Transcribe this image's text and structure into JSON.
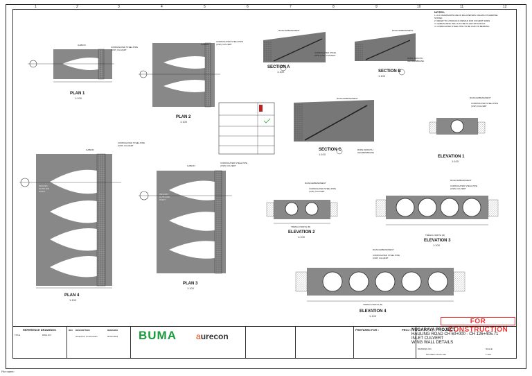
{
  "notes": {
    "title": "NOTES:",
    "lines": [
      "1. ALL DIMENSIONS ARE IN MILLIMETERS UNLESS OTHERWISE STATED",
      "2. REFER TO HYDRAULIC DESIGN FOR CULVERT SIZES",
      "3. GABION WING WALLS TO BE FILLED WITH ROCK",
      "4. CORRUGATED STEEL PIPE TO BE LAID ON BEDDING"
    ]
  },
  "drawings": {
    "plan1": {
      "title": "PLAN 1",
      "scale": "1:100"
    },
    "plan2": {
      "title": "PLAN 2",
      "scale": "1:100"
    },
    "plan3": {
      "title": "PLAN 3",
      "scale": "1:100"
    },
    "plan4": {
      "title": "PLAN 4",
      "scale": "1:100"
    },
    "sectionA": {
      "title": "SECTION",
      "tag": "A",
      "scale": "1:100"
    },
    "sectionB": {
      "title": "SECTION",
      "tag": "B",
      "scale": "1:100"
    },
    "sectionC": {
      "title": "SECTION",
      "tag": "C",
      "scale": "1:100"
    },
    "elev1": {
      "title": "ELEVATION 1",
      "scale": "1:100"
    },
    "elev2": {
      "title": "ELEVATION 2",
      "scale": "1:100"
    },
    "elev3": {
      "title": "ELEVATION 3",
      "scale": "1:100"
    },
    "elev4": {
      "title": "ELEVATION 4",
      "scale": "1:100"
    }
  },
  "callouts": {
    "gabion": "GABION",
    "csp": "CORRUGATED STEEL PIPE (CSP) CULVERT",
    "road": "ROAD EMBANKMENT",
    "rope": "ROPE SMOOTH GEOMEMBRANE",
    "trench": "TRENCH WIDTH (B)",
    "inflow": "INFLOW / OUTFLOW POINT"
  },
  "titleblock": {
    "reference_drawings": "REFERENCE DRAWINGS",
    "rev": "REV",
    "description": "DESCRIPTION",
    "remarks": "REMARKS",
    "title_label": "TITLE",
    "dwg_no_label": "DWG NO.",
    "issued": "Issued For Construction",
    "date": "06.02.2024",
    "prepared_for": "PREPARED FOR :",
    "scale_label": "SCALE",
    "scale_value": "1:100",
    "drawing_no_label": "DRAWING NO.",
    "drawing_no": "NU-DWG-CIV-01-013"
  },
  "logos": {
    "buma": "BUMA",
    "aurecon_a": "a",
    "aurecon_rest": "urecon"
  },
  "project": {
    "label": "PROJ :",
    "line1": "NUGARAYA PROJECT",
    "line2": "HAULING ROAD CH 60+000 - CH 126+405.71",
    "line3": "INLET CULVERT",
    "line4": "WING WALL DETAILS"
  },
  "stamp": "FOR CONSTRUCTION",
  "footer": {
    "filename_label": "File name:"
  }
}
